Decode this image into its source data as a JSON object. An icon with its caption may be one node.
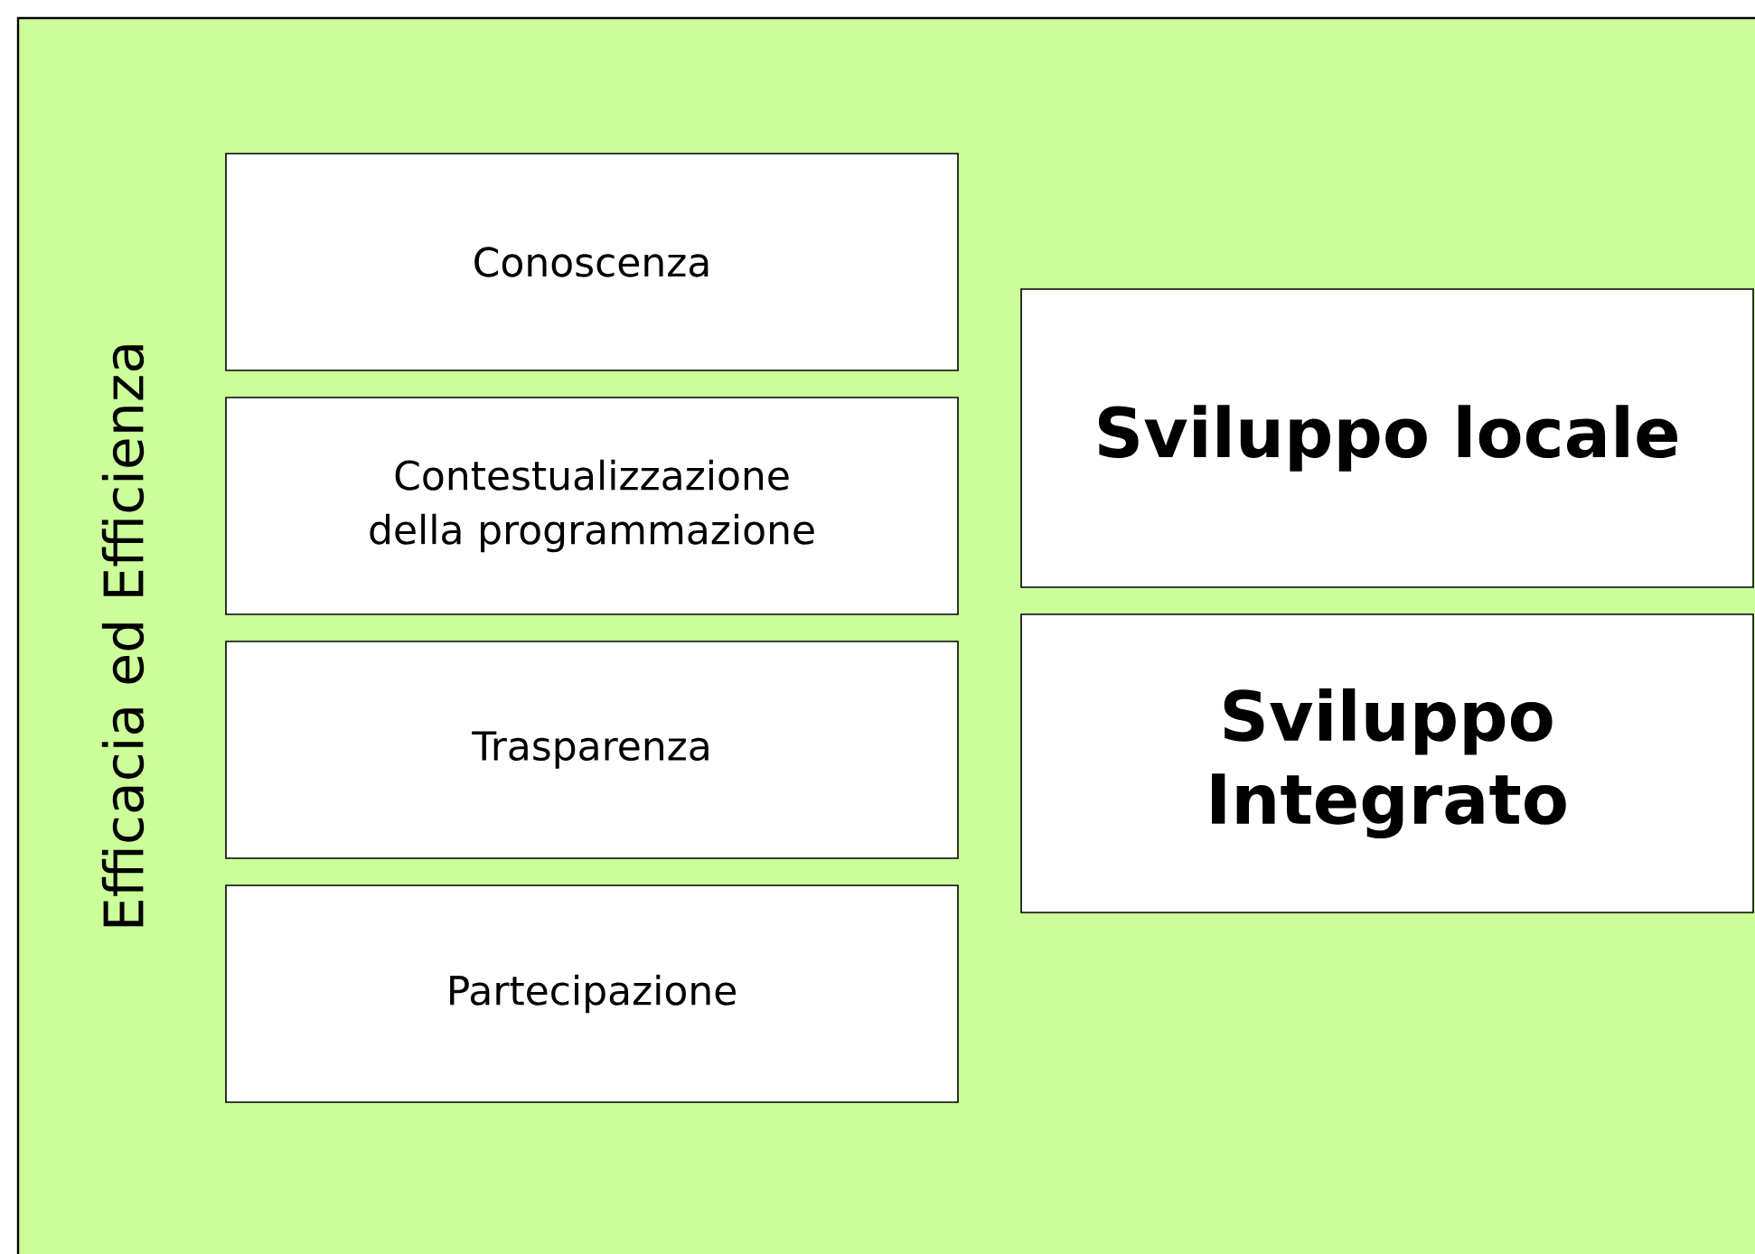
{
  "diagram": {
    "nodes": [
      {
        "text": [
          "Efficacia ed Efficienza"
        ]
      },
      {
        "text": [
          "Conoscenza"
        ],
        "in": 0
      },
      {
        "text": [
          "Contestualizzazione della programmazione"
        ],
        "in": 0
      },
      {
        "text": [
          "Trasparenza"
        ],
        "in": 0
      },
      {
        "text": [
          "Partecipazione"
        ],
        "in": 0
      },
      {
        "text": [
          "Sviluppo locale"
        ],
        "in": 0
      },
      {
        "text": [
          "Sviluppo Integrato"
        ],
        "in": 0
      }
    ]
  }
}
